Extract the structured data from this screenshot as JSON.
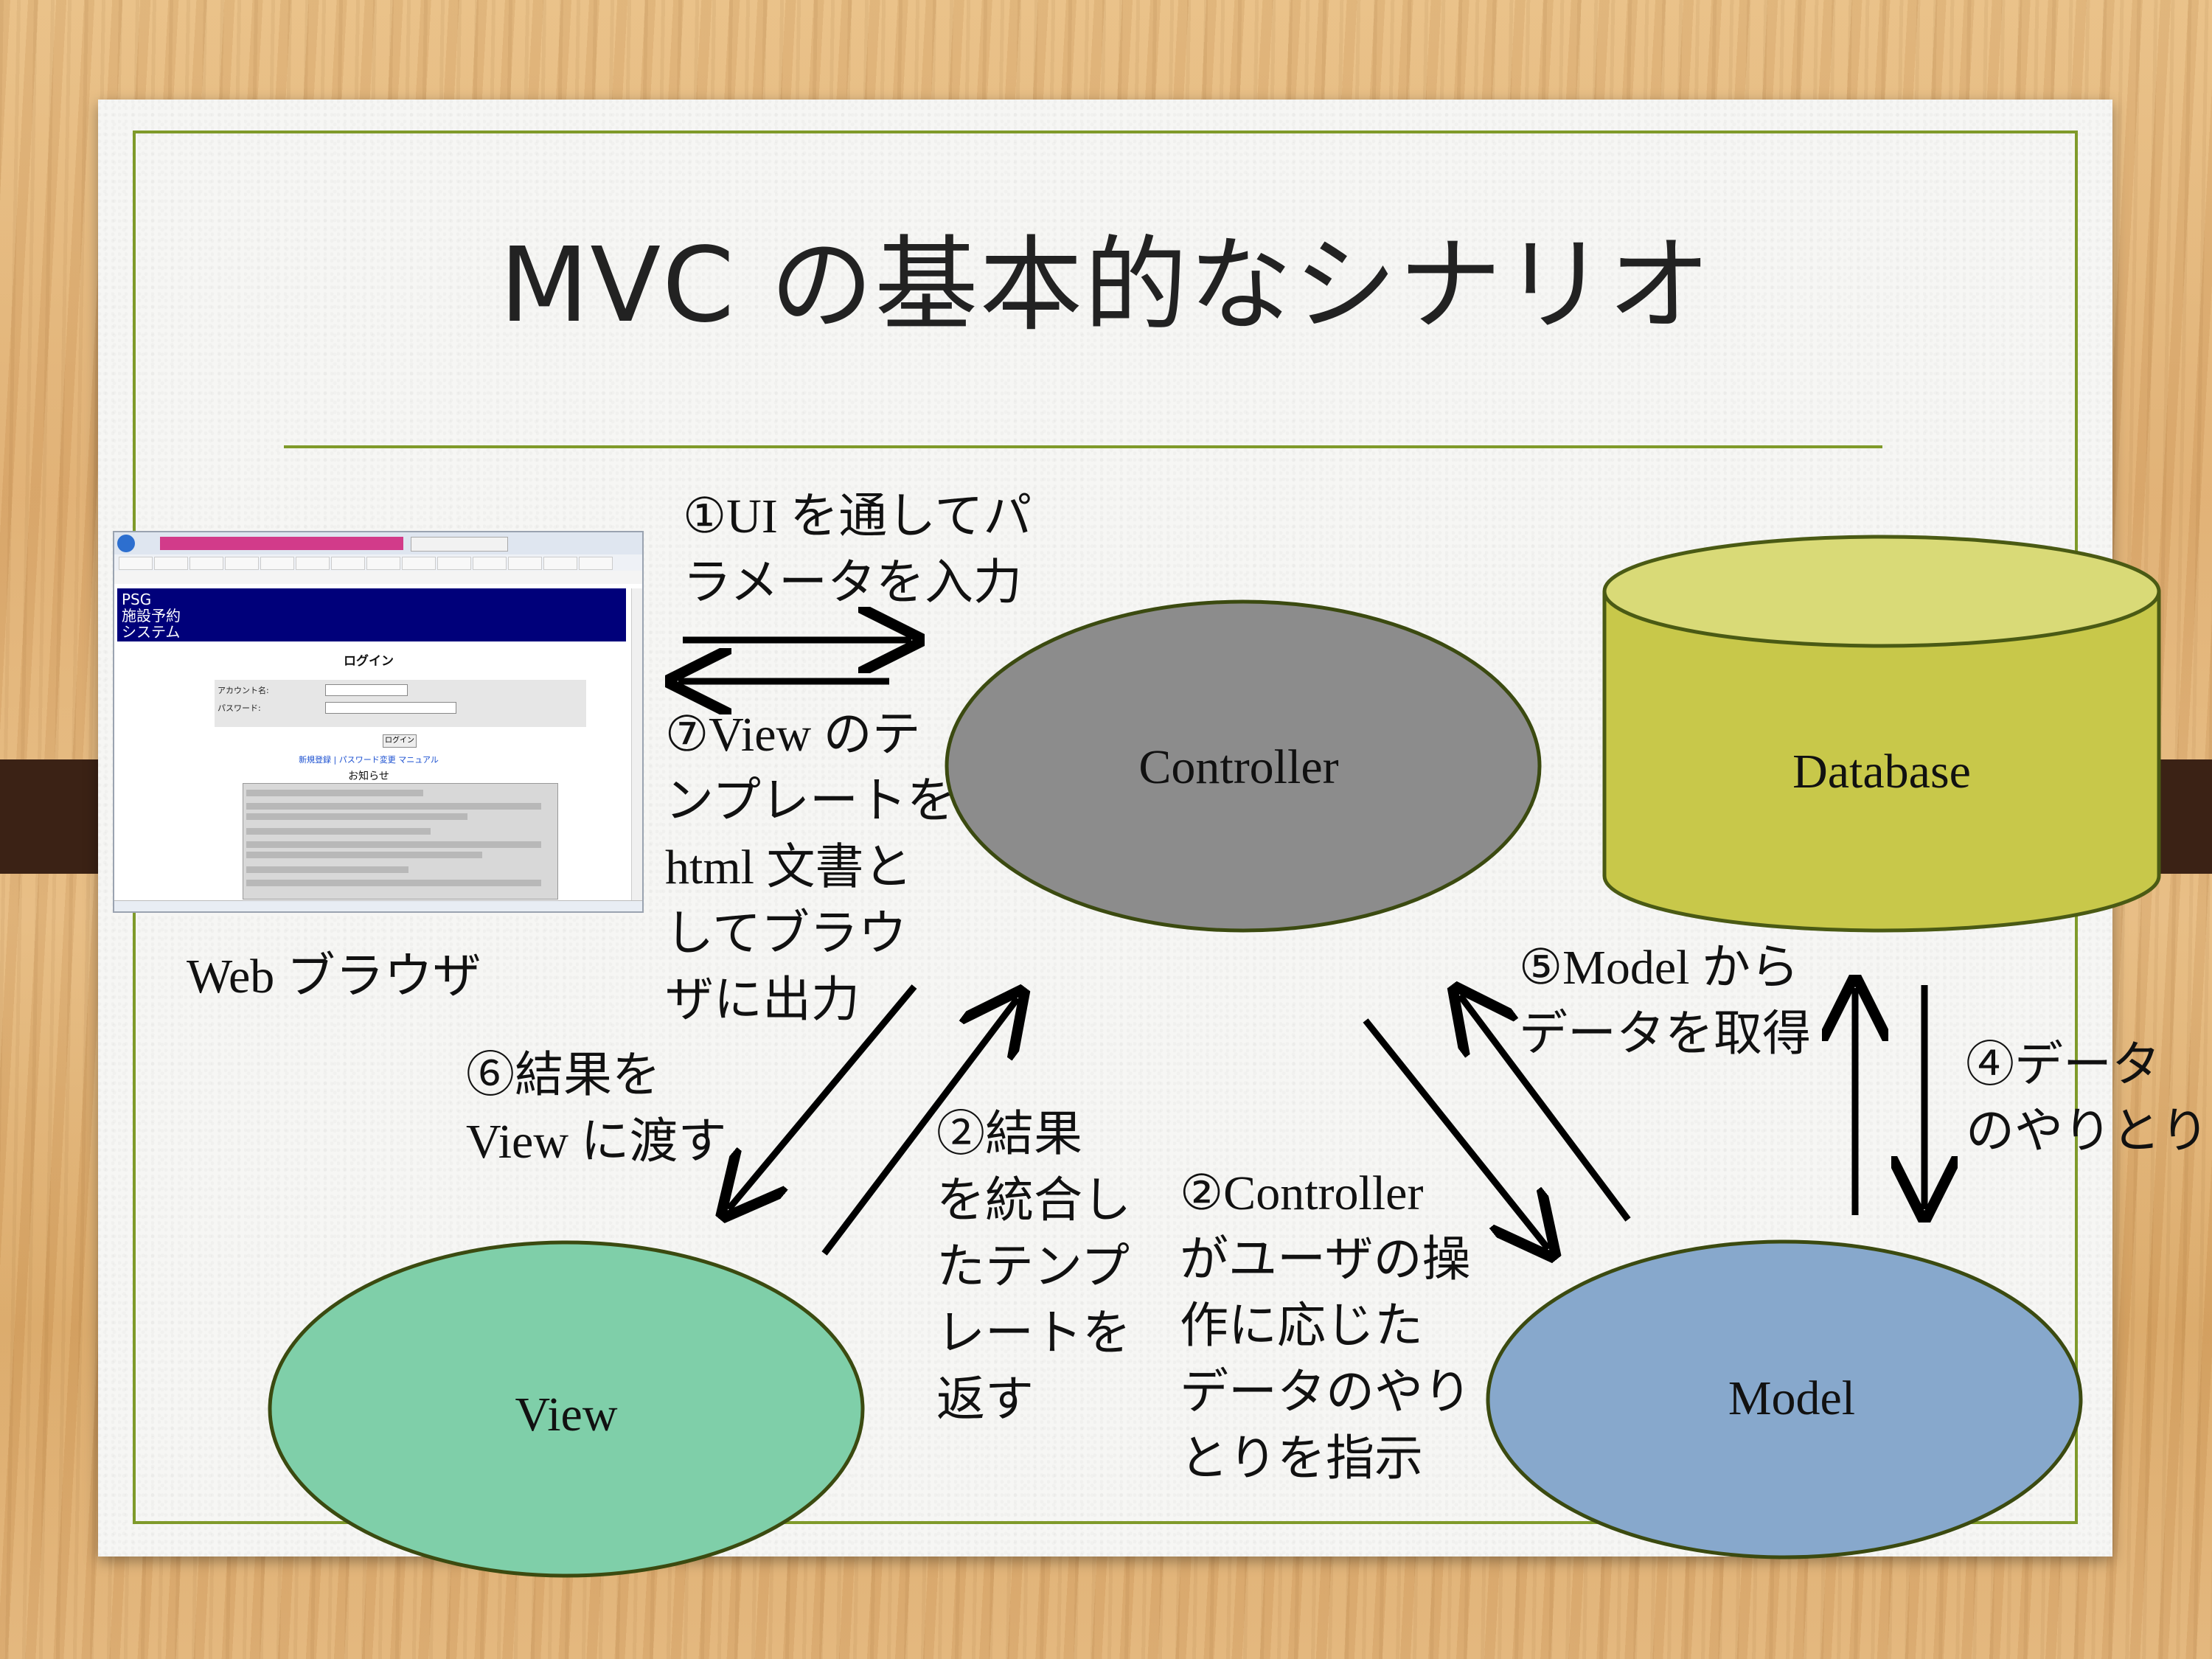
{
  "slide": {
    "title": "MVC の基本的なシナリオ"
  },
  "nodes": {
    "controller": "Controller",
    "database": "Database",
    "view": "View",
    "model": "Model",
    "browser_caption": "Web ブラウザ"
  },
  "steps": {
    "step1": "①UI を通してパ\nラメータを入力",
    "step7": "⑦View のテ\nンプレートを\nhtml 文書と\nしてブラウ\nザに出力",
    "step6": "⑥結果を\nView に渡す",
    "step2_view": "②結果\nを統合し\nたテンプ\nレートを\n返す",
    "step2_controller": "②Controller\nがユーザの操\n作に応じた\nデータのやり\nとりを指示",
    "step5": "⑤Model から\nデータを取得",
    "step4": "④データ\nのやりとり"
  },
  "browser": {
    "brand": "PSG\n施設予約\nシステム",
    "login_heading": "ログイン",
    "account_label": "アカウント名:",
    "password_label": "パスワード:",
    "login_button": "ログイン",
    "links": "新規登録 | パスワード変更 マニュアル",
    "news_heading": "お知らせ"
  },
  "colors": {
    "controller": "#8c8c8c",
    "database": "#c8c84a",
    "view": "#7fcfa9",
    "model": "#87a8cc",
    "frame": "#7f9a2a"
  }
}
